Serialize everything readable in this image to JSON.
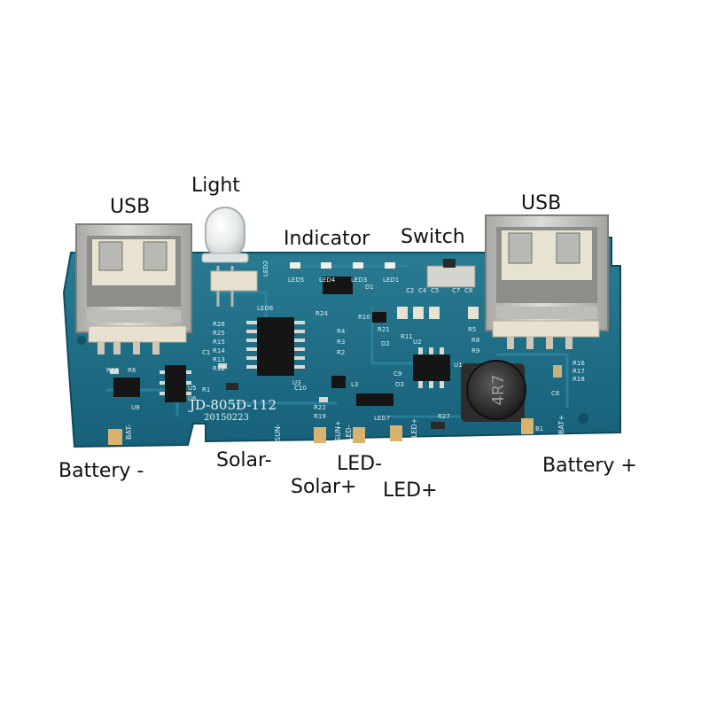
{
  "labels": {
    "usb_left": "USB",
    "light": "Light",
    "indicator": "Indicator",
    "switch": "Switch",
    "usb_right": "USB",
    "battery_minus": "Battery -",
    "solar_minus": "Solar-",
    "led_minus": "LED-",
    "solar_plus": "Solar+",
    "led_plus": "LED+",
    "battery_plus": "Battery +"
  },
  "board": {
    "model": "JD-805D-112",
    "date": "20150223",
    "inductor": "4R7",
    "pads": {
      "bat_minus": "BAT-",
      "sun_minus": "SUN-",
      "sun_plus": "SUN+",
      "led_minus": "LED-",
      "led_plus": "LED+",
      "bat_plus": "BAT+"
    },
    "silkscreen": [
      "LED6",
      "LED5",
      "LED4",
      "LED3",
      "LED1",
      "LED2",
      "LED7",
      "R23",
      "R6",
      "U8",
      "U5",
      "U6",
      "R1",
      "R26",
      "R25",
      "R15",
      "R14",
      "R13",
      "R12",
      "R24",
      "R4",
      "R3",
      "R2",
      "R10",
      "R21",
      "R22",
      "R19",
      "R27",
      "R5",
      "R8",
      "R9",
      "R11",
      "R16",
      "R17",
      "R18",
      "C10",
      "D1",
      "D2",
      "D3",
      "L3",
      "U1",
      "U2",
      "U3",
      "C1",
      "C2",
      "C4",
      "C5",
      "C6",
      "C7",
      "C8",
      "C9",
      "B1"
    ]
  },
  "colors": {
    "pcb": "#1f6f86",
    "pcb_dark": "#145468",
    "usb_metal": "#c9c9c4",
    "connector": "#e9e1cf"
  }
}
